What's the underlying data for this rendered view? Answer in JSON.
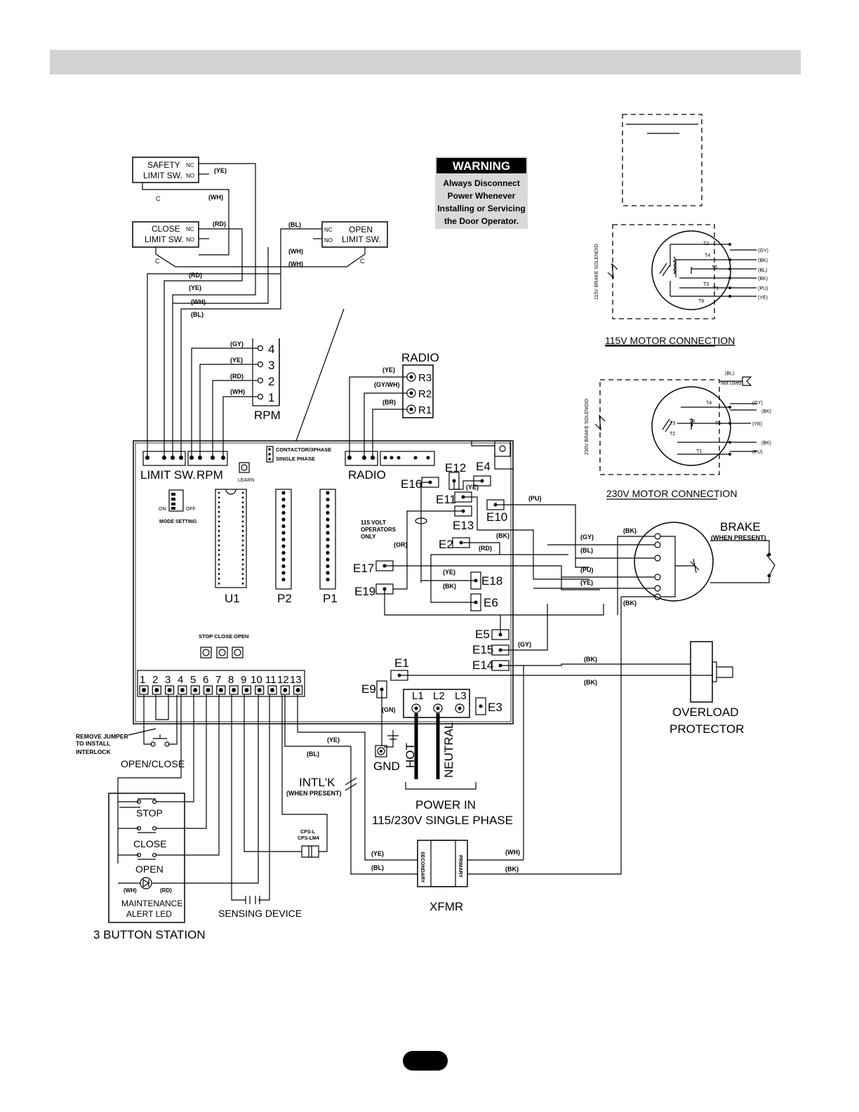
{
  "warning": {
    "title": "WARNING",
    "lines": [
      "Always Disconnect",
      "Power Whenever",
      "Installing or Servicing",
      "the Door Operator."
    ]
  },
  "limit_switches": {
    "safety": [
      "SAFETY",
      "LIMIT SW."
    ],
    "close": [
      "CLOSE",
      "LIMIT SW."
    ],
    "open": [
      "OPEN",
      "LIMIT SW."
    ],
    "nc": "NC",
    "no": "NO",
    "c": "C"
  },
  "wire_colors": {
    "ye": "(YE)",
    "wh": "(WH)",
    "rd": "(RD)",
    "bl": "(BL)",
    "gy": "(GY)",
    "bk": "(BK)",
    "pu": "(PU)",
    "or": "(OR)",
    "gn": "(GN)",
    "br": "(BR)",
    "gywh": "(GY/WH)"
  },
  "rpm": {
    "title": "RPM",
    "pins": [
      "4",
      "3",
      "2",
      "1"
    ]
  },
  "radio": {
    "title": "RADIO",
    "terminals": [
      "R3",
      "R2",
      "R1"
    ]
  },
  "board": {
    "limit_sw": "LIMIT SW.",
    "rpm": "RPM",
    "radio": "RADIO",
    "contactor": "CONTACTOR/3PHASE",
    "single_phase": "SINGLE PHASE",
    "learn": "LEARN",
    "on": "ON",
    "off": "OFF",
    "mode_setting": "MODE SETTING",
    "u1": "U1",
    "p2": "P2",
    "p1": "P1",
    "stop_close_open": "STOP CLOSE OPEN",
    "volt_note": [
      "115 VOLT",
      "OPERATORS",
      "ONLY"
    ],
    "terminals": [
      "1",
      "2",
      "3",
      "4",
      "5",
      "6",
      "7",
      "8",
      "9",
      "10",
      "11",
      "12",
      "13"
    ]
  },
  "e_terminals": {
    "e16": "E16",
    "e12": "E12",
    "e4": "E4",
    "e11": "E11",
    "e10": "E10",
    "e13": "E13",
    "e2": "E2",
    "e17": "E17",
    "e18": "E18",
    "e19": "E19",
    "e6": "E6",
    "e5": "E5",
    "e15": "E15",
    "e14": "E14",
    "e1": "E1",
    "e9": "E9",
    "e3": "E3"
  },
  "power": {
    "lines": [
      "L1",
      "L2",
      "L3"
    ],
    "gnd": "GND",
    "hot": "HOT",
    "neutral": "NEUTRAL",
    "power_in": "POWER IN",
    "phase": "115/230V SINGLE PHASE"
  },
  "brake": {
    "title": "BRAKE",
    "subtitle": "(WHEN PRESENT)"
  },
  "overload": {
    "line1": "OVERLOAD",
    "line2": "PROTECTOR"
  },
  "motor115": {
    "title": "115V MOTOR CONNECTION",
    "solenoid": "115V BRAKE SOLENOID",
    "t_labels": [
      "T2",
      "T4",
      "T5",
      "T3",
      "T1",
      "T8"
    ],
    "colors": [
      "(GY)",
      "(BK)",
      "(BL)",
      "(BK)",
      "(PU)",
      "(YE)"
    ]
  },
  "motor230": {
    "title": "230V MOTOR CONNECTION",
    "solenoid": "230V BRAKE SOLENOID",
    "not_used": "Not Used",
    "t_labels": [
      "T4",
      "T3",
      "T8",
      "T5",
      "T2",
      "T1"
    ],
    "colors": [
      "(GY)",
      "(BK)",
      "(YE)",
      "(BK)",
      "(PU)"
    ],
    "bl": "(BL)"
  },
  "station": {
    "title": "3 BUTTON STATION",
    "stop": "STOP",
    "close": "CLOSE",
    "open": "OPEN",
    "led": [
      "MAINTENANCE",
      "ALERT LED"
    ],
    "wh": "(WH)",
    "rd": "(RD)"
  },
  "misc": {
    "jumper": [
      "REMOVE JUMPER",
      "TO INSTALL",
      "INTERLOCK"
    ],
    "open_close": "OPEN/CLOSE",
    "intlk": "INTL'K",
    "intlk_sub": "(WHEN PRESENT)",
    "cps": [
      "CPS-L",
      "CPS-LM4"
    ],
    "sensing": "SENSING DEVICE",
    "xfmr": "XFMR",
    "secondary": "SECONDARY",
    "primary": "PRIMARY"
  }
}
